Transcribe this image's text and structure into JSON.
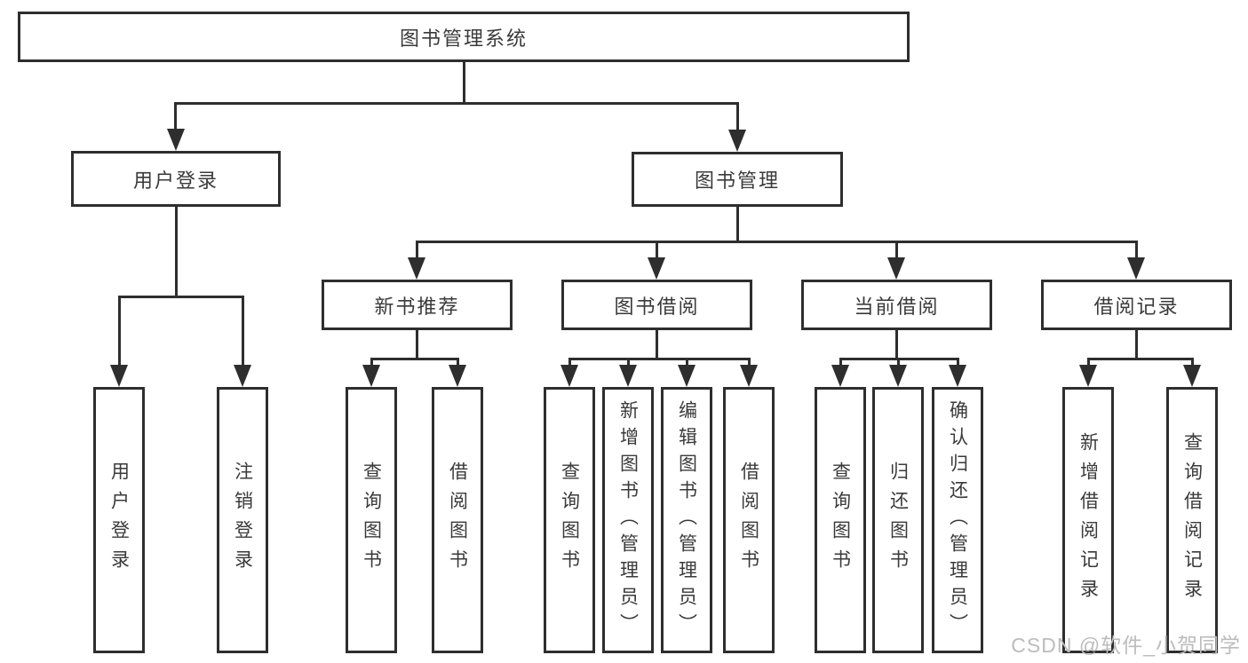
{
  "diagram_title": "图书管理系统",
  "nodes": {
    "root": "图书管理系统",
    "user_login": "用户登录",
    "book_mgmt": "图书管理",
    "new_book_rec": "新书推荐",
    "book_borrow": "图书借阅",
    "current_borrow": "当前借阅",
    "borrow_record": "借阅记录",
    "leaf_user_login": "用户登录",
    "leaf_logout": "注销登录",
    "leaf_nb_query": "查询图书",
    "leaf_nb_borrow": "借阅图书",
    "leaf_bb_query": "查询图书",
    "leaf_bb_add": "新增图书（管理员）",
    "leaf_bb_edit": "编辑图书（管理员）",
    "leaf_bb_borrow": "借阅图书",
    "leaf_cb_query": "查询图书",
    "leaf_cb_return": "归还图书",
    "leaf_cb_confirm": "确认归还（管理员）",
    "leaf_br_add": "新增借阅记录",
    "leaf_br_query": "查询借阅记录"
  },
  "watermark": "CSDN @软件_小贺同学",
  "colors": {
    "line": "#2e2e2e",
    "border": "#2e2e2e",
    "text": "#3a3a3a",
    "watermark": "#bcbcbc",
    "background": "#ffffff"
  }
}
